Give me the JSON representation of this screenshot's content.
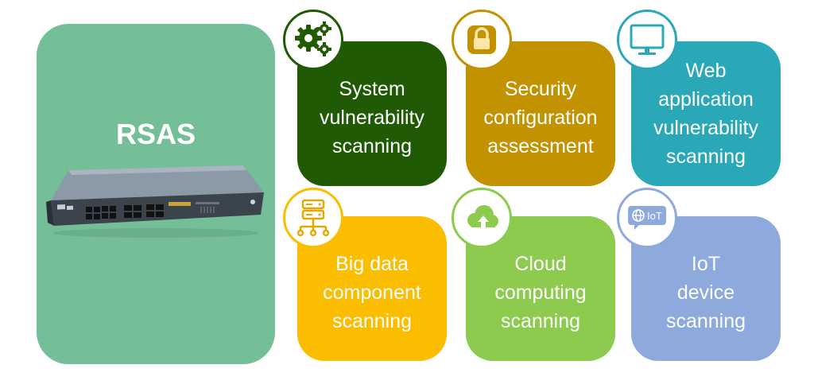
{
  "product": {
    "title": "RSAS",
    "color": "#74bf98"
  },
  "cards": [
    {
      "label": "System\nvulnerability\nscanning",
      "color": "#215a05",
      "icon": "gears-icon"
    },
    {
      "label": "Security\nconfiguration\nassessment",
      "color": "#c29200",
      "icon": "lock-icon"
    },
    {
      "label": "Web\napplication\nvulnerability\nscanning",
      "color": "#2ba8b8",
      "icon": "monitor-icon"
    },
    {
      "label": "Big data\ncomponent\nscanning",
      "color": "#fbbd00",
      "icon": "server-network-icon"
    },
    {
      "label": "Cloud\ncomputing\nscanning",
      "color": "#8ccb4d",
      "icon": "cloud-upload-icon"
    },
    {
      "label": "IoT\ndevice\nscanning",
      "color": "#8ea9dc",
      "icon": "iot-globe-icon",
      "icon_text": "IoT"
    }
  ]
}
